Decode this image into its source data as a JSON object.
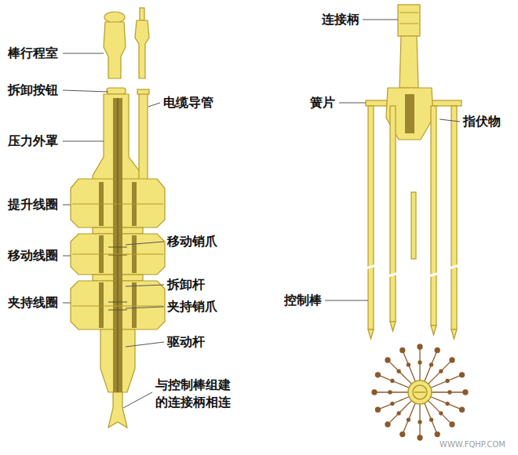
{
  "diagram": {
    "labels": [
      "棒行程室",
      "拆卸按钮",
      "压力外罩",
      "提升线圈",
      "移动线圈",
      "夹持线圈",
      "电缆导管",
      "移动销爪",
      "拆卸杆",
      "夹持销爪",
      "驱动杆",
      "与控制棒组建 的连接柄相连",
      "连接柄",
      "簧片",
      "指伏物",
      "控制棒",
      "WWW.FQHP.COM"
    ]
  }
}
